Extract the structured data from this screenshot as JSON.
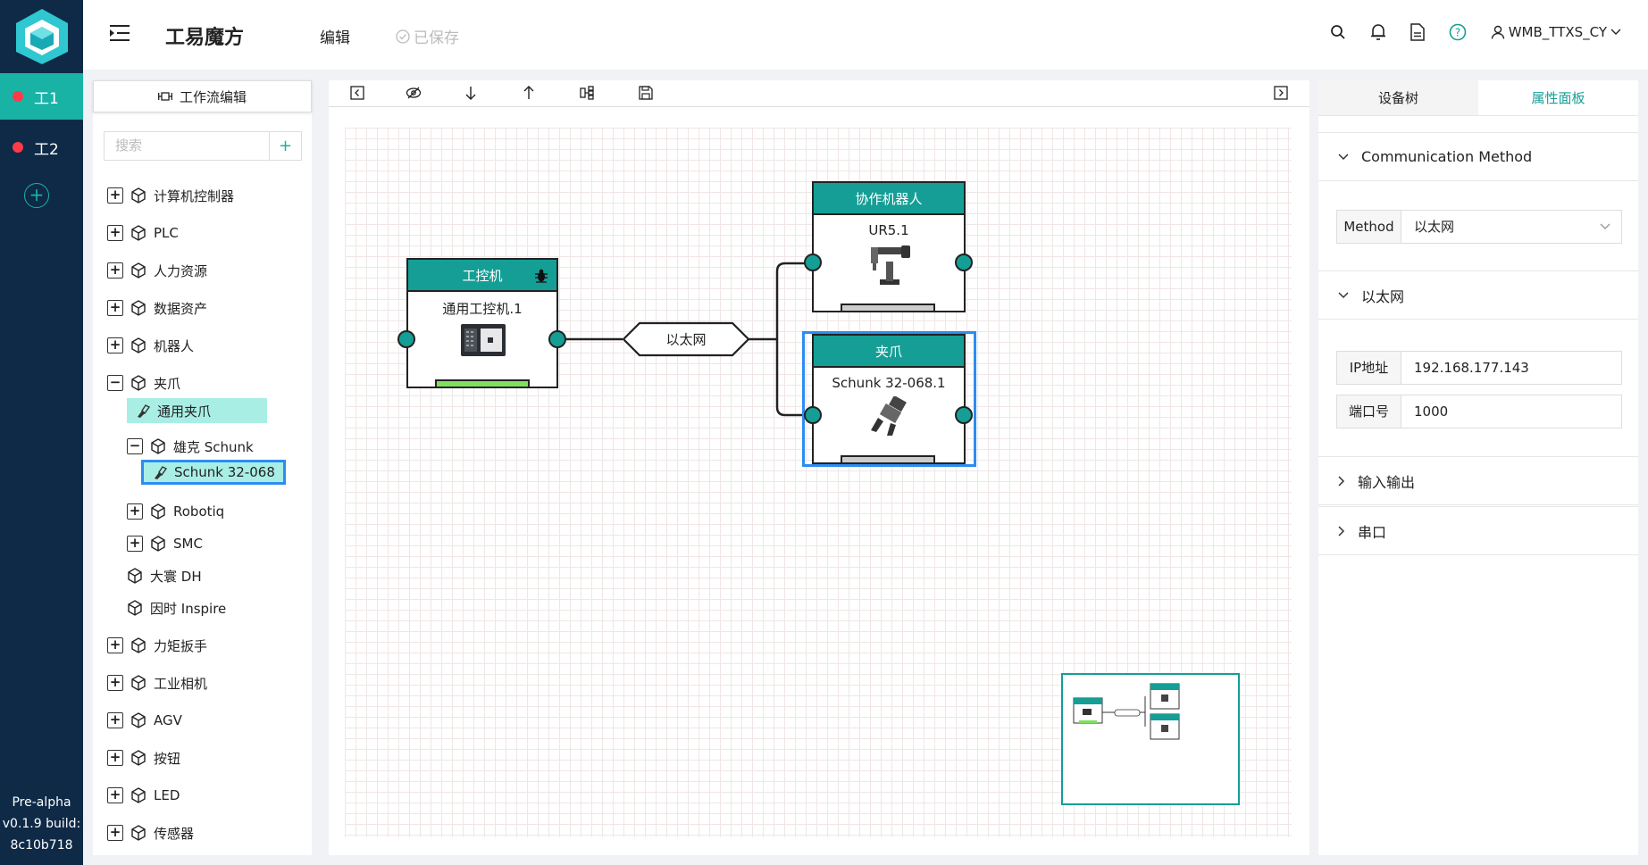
{
  "app": {
    "title": "工易魔方",
    "mode": "编辑",
    "saved_status": "已保存",
    "user": "WMB_TTXS_CY",
    "version_lines": [
      "Pre-alpha",
      "v0.1.9 build:",
      "8c10b718"
    ]
  },
  "rail": {
    "items": [
      {
        "label": "工1",
        "active": true
      },
      {
        "label": "工2",
        "active": false
      }
    ]
  },
  "left_panel": {
    "header": "工作流编辑",
    "search_placeholder": "搜索",
    "tree": [
      {
        "label": "计算机控制器"
      },
      {
        "label": "PLC"
      },
      {
        "label": "人力资源"
      },
      {
        "label": "数据资产"
      },
      {
        "label": "机器人"
      },
      {
        "label": "夹爪"
      },
      {
        "label": "通用夹爪"
      },
      {
        "label": "雄克 Schunk"
      },
      {
        "label": "Schunk 32-068"
      },
      {
        "label": "Robotiq"
      },
      {
        "label": "SMC"
      },
      {
        "label": "大寰 DH"
      },
      {
        "label": "因时 Inspire"
      },
      {
        "label": "力矩扳手"
      },
      {
        "label": "工业相机"
      },
      {
        "label": "AGV"
      },
      {
        "label": "按钮"
      },
      {
        "label": "LED"
      },
      {
        "label": "传感器"
      }
    ]
  },
  "canvas": {
    "nodes": {
      "ipc": {
        "header": "工控机",
        "name": "通用工控机.1"
      },
      "robot": {
        "header": "协作机器人",
        "name": "UR5.1"
      },
      "gripper": {
        "header": "夹爪",
        "name": "Schunk 32-068.1"
      }
    },
    "hub": "以太网"
  },
  "right_panel": {
    "tabs": [
      "设备树",
      "属性面板"
    ],
    "sections": {
      "comm": "Communication Method",
      "ethernet": "以太网",
      "io": "输入输出",
      "serial": "串口"
    },
    "fields": {
      "method": {
        "label": "Method",
        "value": "以太网"
      },
      "ip": {
        "label": "IP地址",
        "value": "192.168.177.143"
      },
      "port": {
        "label": "端口号",
        "value": "1000"
      }
    }
  },
  "colors": {
    "accent": "#159e95",
    "rail": "#0e2a47",
    "select": "#2d8cf0"
  }
}
